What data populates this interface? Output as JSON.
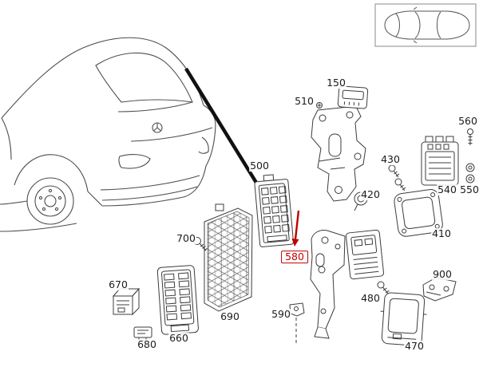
{
  "diagram": {
    "labels": {
      "l150": "150",
      "l510": "510",
      "l560": "560",
      "l500": "500",
      "l540": "540",
      "l550": "550",
      "l430": "430",
      "l420": "420",
      "l410": "410",
      "l700": "700",
      "l580": "580",
      "l590": "590",
      "l670": "670",
      "l680": "680",
      "l660": "660",
      "l690": "690",
      "l480": "480",
      "l900": "900",
      "l470": "470"
    },
    "highlighted_part": "580",
    "colors": {
      "line": "#3c3c3c",
      "car_line": "#4d4d4d",
      "highlight": "#c00000",
      "background": "#ffffff"
    }
  }
}
